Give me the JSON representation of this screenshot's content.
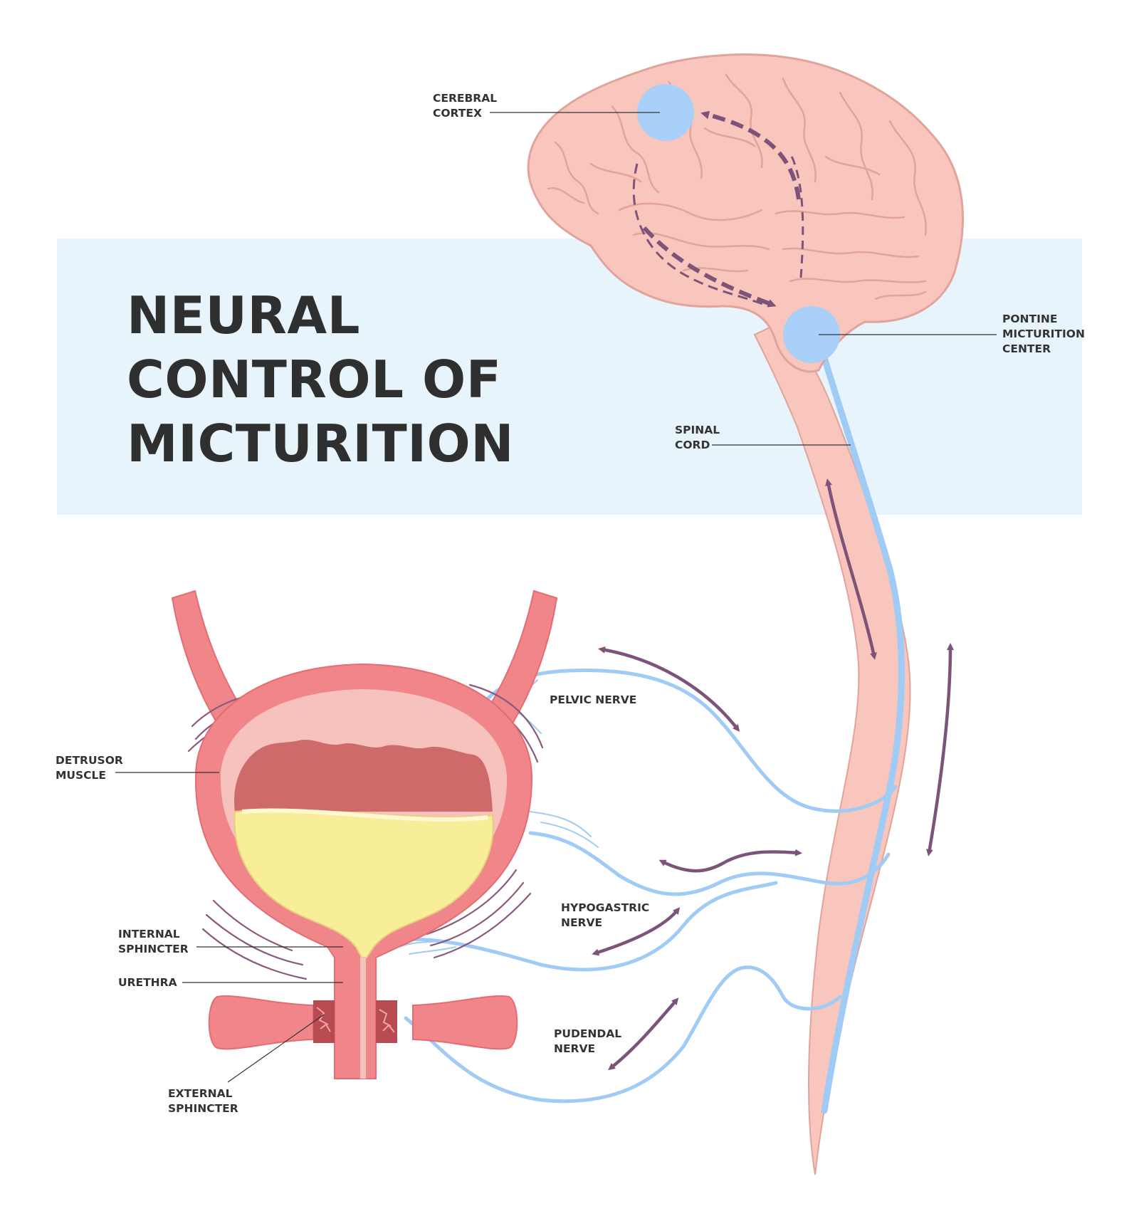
{
  "title": {
    "line1": "NEURAL",
    "line2": "CONTROL OF",
    "line3": "MICTURITION"
  },
  "labels": {
    "cerebral_cortex": [
      "CEREBRAL",
      "CORTEX"
    ],
    "pontine_micturition_center": [
      "PONTINE",
      "MICTURITION",
      "CENTER"
    ],
    "spinal_cord": [
      "SPINAL",
      "CORD"
    ],
    "pelvic_nerve": [
      "PELVIC NERVE"
    ],
    "hypogastric_nerve": [
      "HYPOGASTRIC",
      "NERVE"
    ],
    "pudendal_nerve": [
      "PUDENDAL",
      "NERVE"
    ],
    "detrusor_muscle": [
      "DETRUSOR",
      "MUSCLE"
    ],
    "internal_sphincter": [
      "INTERNAL",
      "SPHINCTER"
    ],
    "urethra": [
      "URETHRA"
    ],
    "external_sphincter": [
      "EXTERNAL",
      "SPHINCTER"
    ]
  },
  "colors": {
    "band": "#e8f4fc",
    "brain": "#f8c6bd",
    "brain_outline": "#e2a39a",
    "nerve": "#9fcbf5",
    "center": "#a8d0f8",
    "arrow": "#7e5379",
    "bladder_wall": "#f1868a",
    "urine": "#f8ee9a",
    "detrusor_inner": "#cf6a6a"
  }
}
